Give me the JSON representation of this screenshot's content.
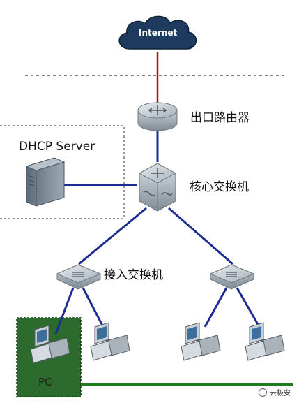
{
  "nodes": {
    "internet": "Internet",
    "exit_router": "出口路由器",
    "dhcp_server": "DHCP Server",
    "core_switch": "核心交换机",
    "access_switch": "接入交换机",
    "pc": "PC"
  },
  "watermark": "云极安",
  "colors": {
    "cloud": "#1e3a5f",
    "wan_link": "#a31515",
    "lan_link": "#1c2b8f",
    "pc_zone": "#2d6a2d",
    "pc_zone_border": "#0f3d0f",
    "green_link": "#1f7a1f",
    "device": "#9aa4ad"
  }
}
